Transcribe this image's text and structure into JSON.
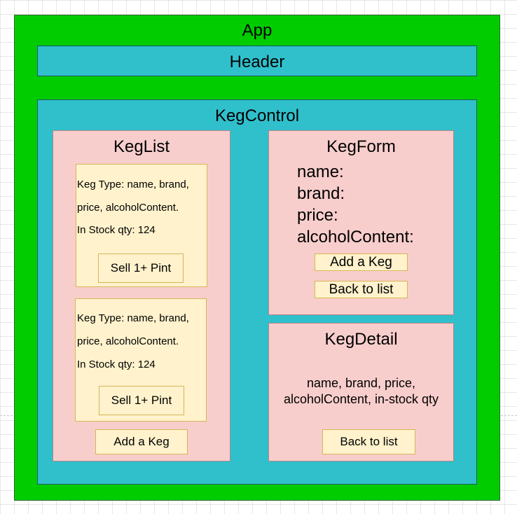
{
  "app": {
    "title": "App"
  },
  "header": {
    "title": "Header"
  },
  "keg_control": {
    "title": "KegControl"
  },
  "keg_list": {
    "title": "KegList",
    "cards": [
      {
        "line1": "Keg Type: name, brand,",
        "line2": "price, alcoholContent.",
        "line3": "In Stock qty: 124",
        "button": "Sell 1+ Pint"
      },
      {
        "line1": "Keg Type: name, brand,",
        "line2": "price, alcoholContent.",
        "line3": "In Stock qty: 124",
        "button": "Sell 1+ Pint"
      }
    ],
    "add_button": "Add a Keg"
  },
  "keg_form": {
    "title": "KegForm",
    "fields": [
      "name:",
      "brand:",
      "price:",
      "alcoholContent:"
    ],
    "add_button": "Add a Keg",
    "back_button": "Back to list"
  },
  "keg_detail": {
    "title": "KegDetail",
    "line1": "name, brand, price,",
    "line2": "alcoholContent, in-stock qty",
    "back_button": "Back to list"
  },
  "colors": {
    "app": "#00cc00",
    "container": "#2fc0cc",
    "component": "#f8cecc",
    "card": "#fff2cc"
  }
}
